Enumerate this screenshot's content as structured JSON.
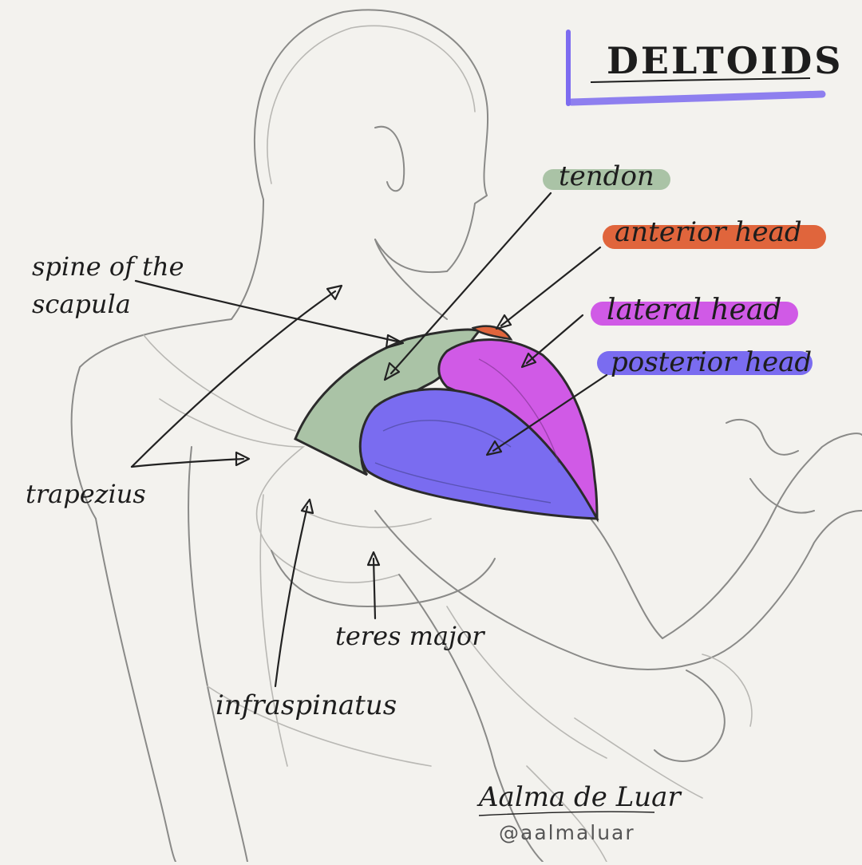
{
  "title": "DELTOIDS",
  "labels": {
    "tendon": "tendon",
    "anterior_head": "anterior head",
    "lateral_head": "lateral head",
    "posterior_head": "posterior head",
    "spine_line1": "spine of the",
    "spine_line2": "scapula",
    "trapezius": "trapezius",
    "teres_major": "teres major",
    "infraspinatus": "infraspinatus"
  },
  "signature": "Aalma de Luar",
  "handle": "@aalmaluar",
  "colors": {
    "tendon": "#aac3a6",
    "anterior_head": "#e0653c",
    "lateral_head": "#d05ae6",
    "posterior_head": "#7a6cf0",
    "title_underline": "#7d6cf0"
  }
}
